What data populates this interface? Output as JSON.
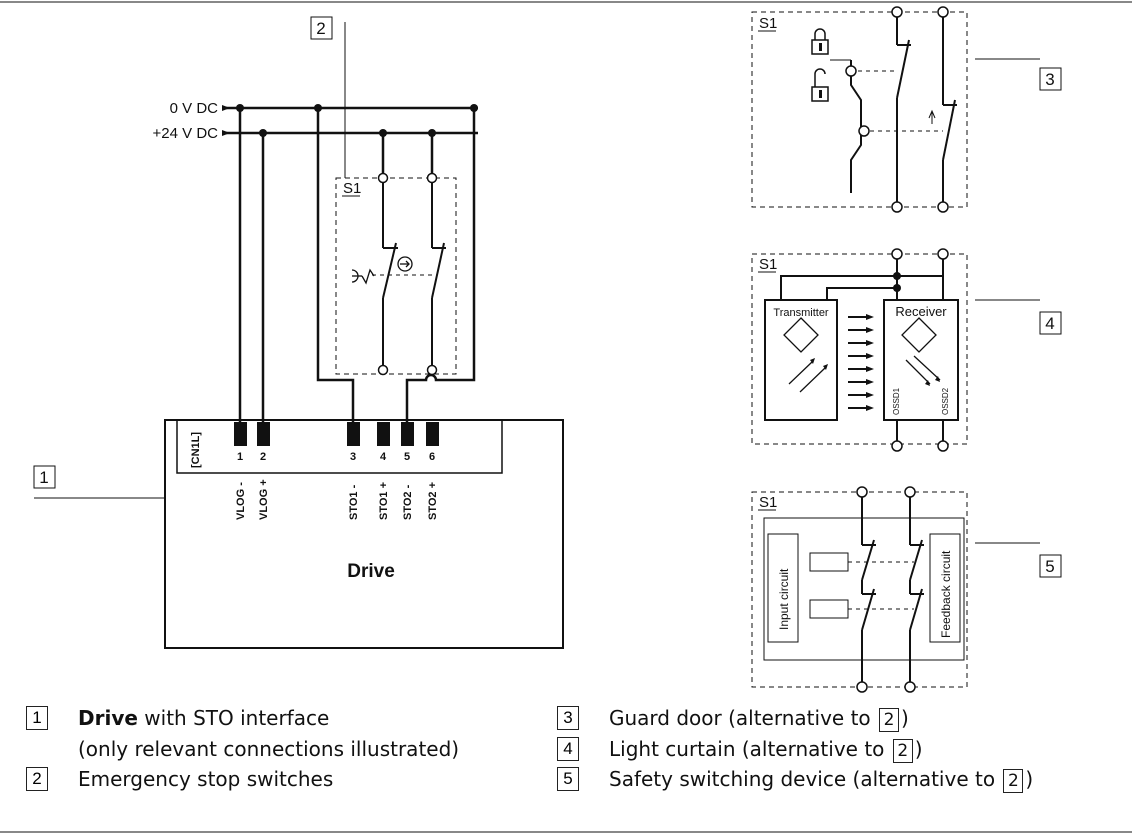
{
  "rails": {
    "zero_v": "0 V DC",
    "plus_24v": "+24 V DC"
  },
  "callouts": {
    "n1": "1",
    "n2": "2",
    "n3": "3",
    "n4": "4",
    "n5": "5"
  },
  "drive": {
    "connector": "[CN1L]",
    "title": "Drive",
    "pins": [
      "1",
      "2",
      "3",
      "4",
      "5",
      "6"
    ],
    "signals": [
      "VLOG -",
      "VLOG +",
      "STO1 -",
      "STO1 +",
      "STO2 -",
      "STO2 +"
    ]
  },
  "switch_label": "S1",
  "light_curtain": {
    "transmitter": "Transmitter",
    "receiver": "Receiver",
    "ossd1": "OSSD1",
    "ossd2": "OSSD2"
  },
  "safety_device": {
    "input": "Input circuit",
    "feedback": "Feedback circuit"
  },
  "legend": {
    "item1_num": "1",
    "item1_bold": "Drive",
    "item1_rest": " with STO interface",
    "item1_line2": "(only relevant connections illustrated)",
    "item2_num": "2",
    "item2_text": "Emergency stop switches",
    "item3_num": "3",
    "item3_text": "Guard door (alternative to ",
    "item3_ref": "2",
    "item3_close": ")",
    "item4_num": "4",
    "item4_text": "Light curtain (alternative to ",
    "item4_ref": "2",
    "item4_close": ")",
    "item5_num": "5",
    "item5_text": "Safety switching device (alternative to ",
    "item5_ref": "2",
    "item5_close": ")"
  }
}
